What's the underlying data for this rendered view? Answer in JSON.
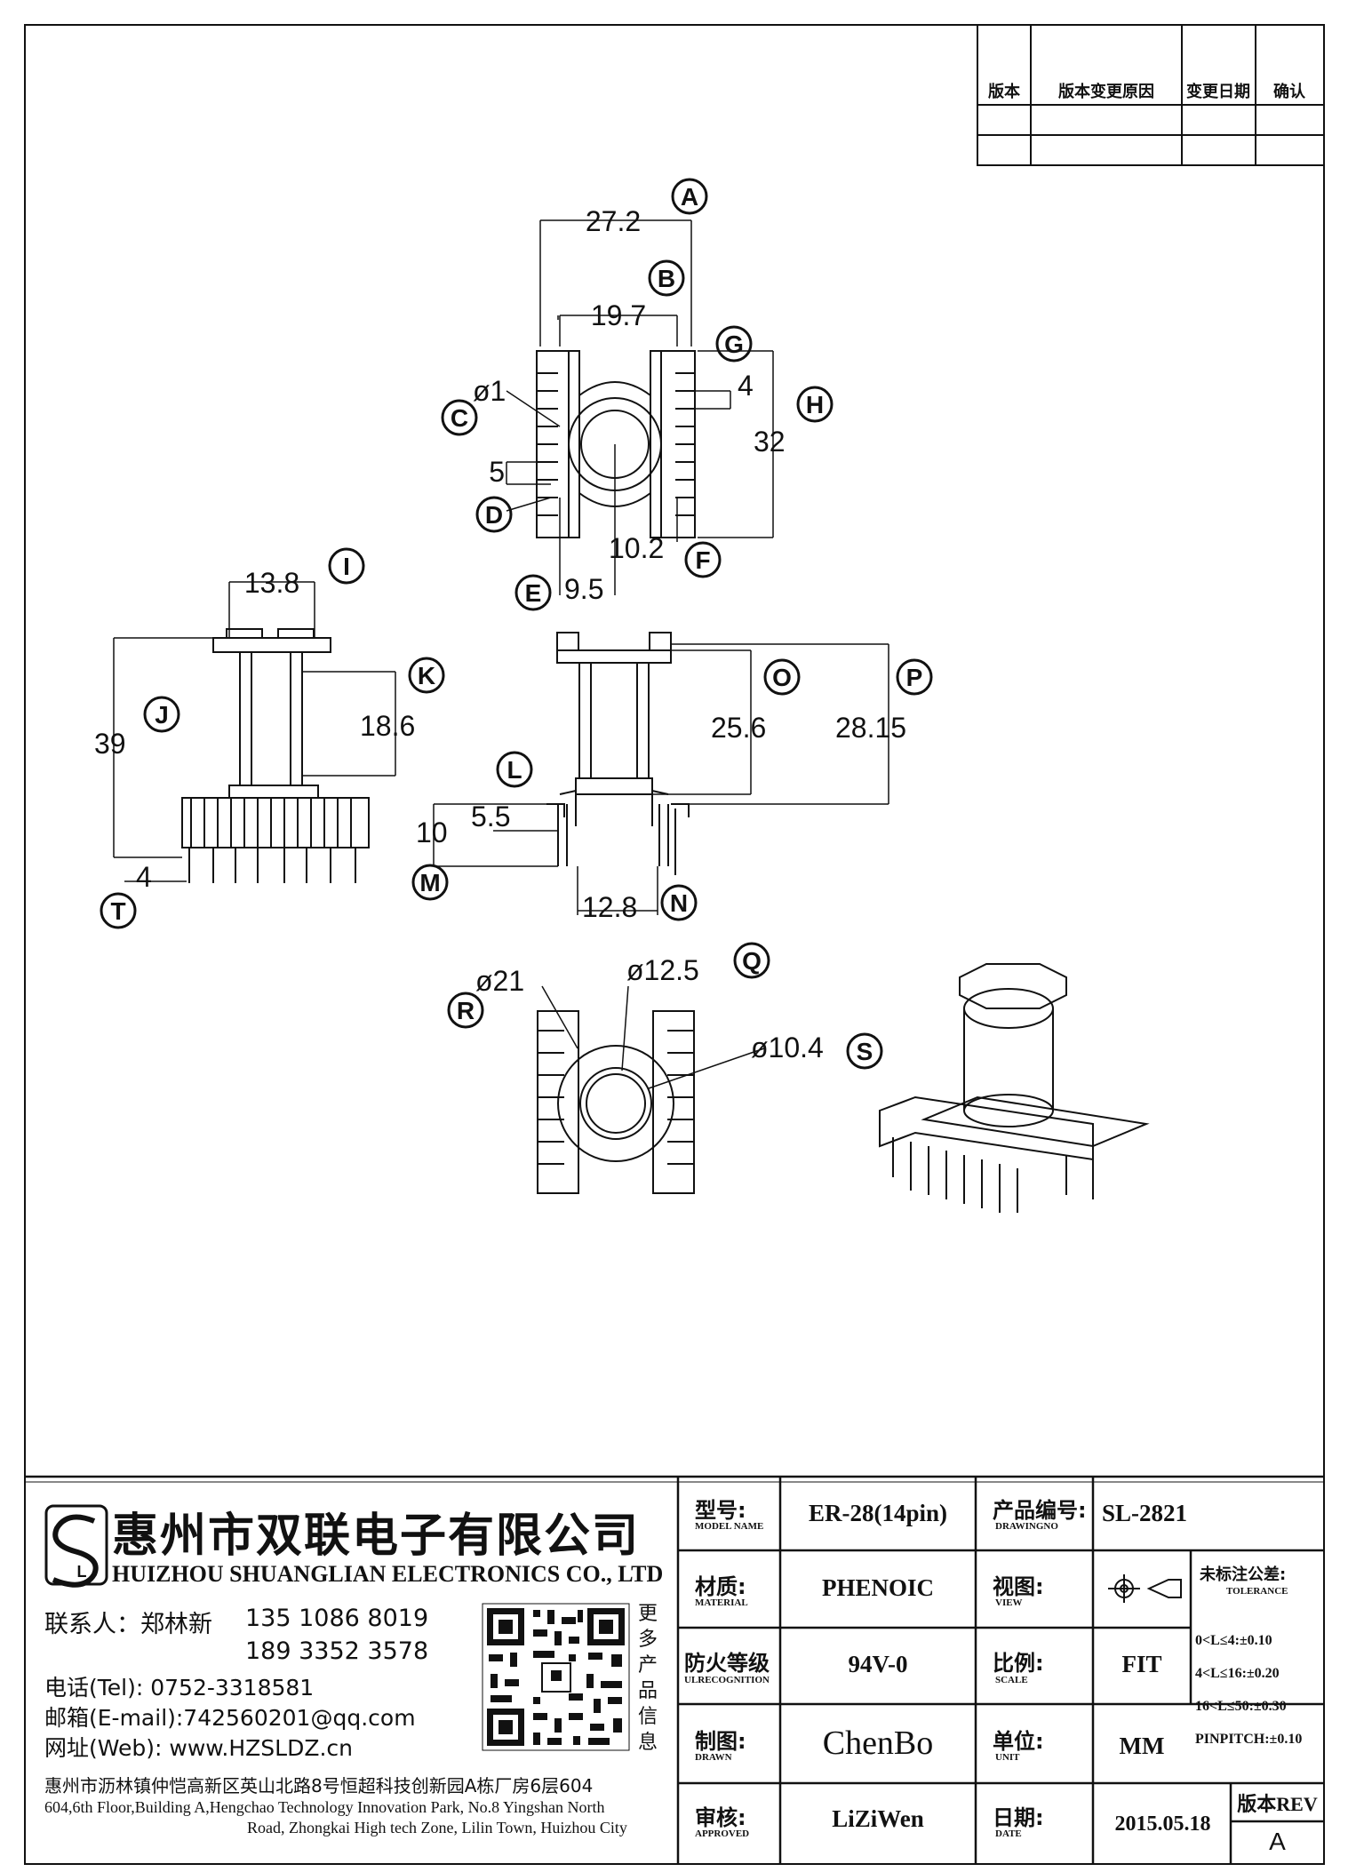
{
  "revision_table": {
    "headers": [
      "版本",
      "版本变更原因",
      "变更日期",
      "确认"
    ]
  },
  "dimensions": {
    "d27_2": "27.2",
    "d19_7": "19.7",
    "d1": "ø1",
    "d4_top": "4",
    "d32": "32",
    "d5": "5",
    "d10_2": "10.2",
    "d9_5": "9.5",
    "d13_8": "13.8",
    "d39": "39",
    "d18_6": "18.6",
    "d4_bot": "4",
    "d25_6": "25.6",
    "d28_15": "28.15",
    "d5_5": "5.5",
    "d10": "10",
    "d12_8": "12.8",
    "d21": "ø21",
    "d12_5": "ø12.5",
    "d10_4": "ø10.4"
  },
  "callouts": [
    "A",
    "B",
    "C",
    "D",
    "E",
    "F",
    "G",
    "H",
    "I",
    "J",
    "K",
    "L",
    "M",
    "N",
    "O",
    "P",
    "Q",
    "R",
    "S",
    "T"
  ],
  "company": {
    "name_cn": "惠州市双联电子有限公司",
    "name_en": "HUIZHOU SHUANGLIAN ELECTRONICS CO., LTD",
    "contact_label": "联系人：郑林新",
    "phone1": "135 1086 8019",
    "phone2": "189 3352 3578",
    "tel": "电话(Tel): 0752-3318581",
    "email": "邮箱(E-mail):742560201@qq.com",
    "web": "网址(Web): www.HZSLDZ.cn",
    "qr_caption": "更多产品信息",
    "address_cn": "惠州市沥林镇仲恺高新区英山北路8号恒超科技创新园A栋厂房6层604",
    "address_en1": "604,6th Floor,Building A,Hengchao Technology Innovation Park, No.8 Yingshan North",
    "address_en2": "Road, Zhongkai High tech Zone, Lilin Town, Huizhou City"
  },
  "title_block": {
    "model_label": "型号:",
    "model_label_en": "MODEL NAME",
    "model_value": "ER-28(14pin)",
    "drawing_no_label": "产品编号:",
    "drawing_no_label_en": "DRAWINGNO",
    "drawing_no_value": "SL-2821",
    "material_label": "材质:",
    "material_label_en": "MATERIAL",
    "material_value": "PHENOIC",
    "view_label": "视图:",
    "view_label_en": "VIEW",
    "tolerance_label": "未标注公差:",
    "tolerance_label_en": "TOLERANCE",
    "tol1": "0<L≤4:±0.10",
    "tol2": "4<L≤16:±0.20",
    "tol3": "16<L≤50:±0.30",
    "tol4": "PINPITCH:±0.10",
    "fire_label": "防火等级",
    "fire_label_en": "ULRECOGNITION",
    "fire_value": "94V-0",
    "scale_label": "比例:",
    "scale_label_en": "SCALE",
    "scale_value": "FIT",
    "drawn_label": "制图:",
    "drawn_label_en": "DRAWN",
    "drawn_value": "ChenBo",
    "unit_label": "单位:",
    "unit_label_en": "UNIT",
    "unit_value": "MM",
    "approved_label": "审核:",
    "approved_label_en": "APPROVED",
    "approved_value": "LiZiWen",
    "date_label": "日期:",
    "date_label_en": "DATE",
    "date_value": "2015.05.18",
    "rev_label": "版本REV",
    "rev_value": "A"
  }
}
